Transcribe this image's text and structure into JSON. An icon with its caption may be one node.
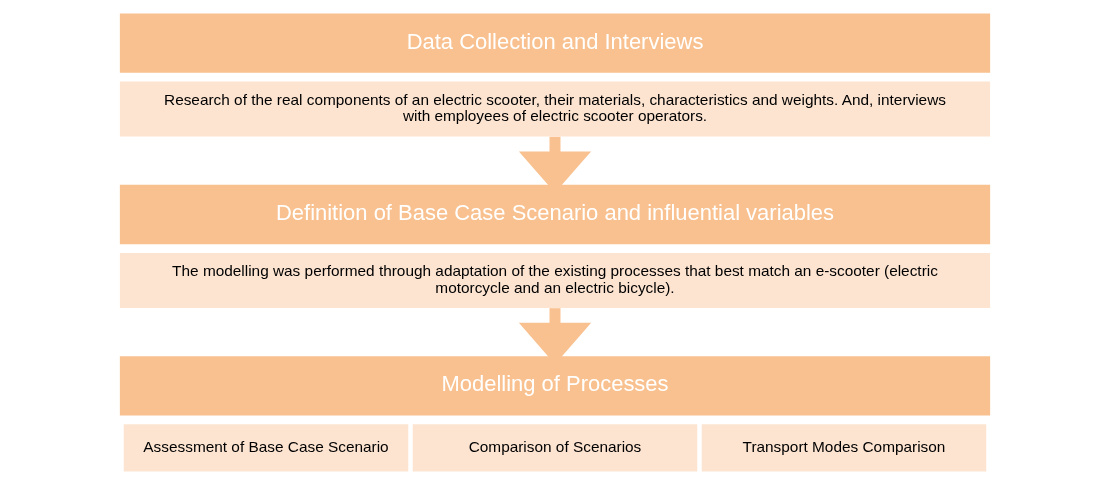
{
  "diagram": {
    "nodes": [
      {
        "text": [
          "Data Collection and Interviews"
        ]
      },
      {
        "text": [
          "Research of the real components of an electric scooter, their materials, characteristics and weights. And, interviews with employees of electric scooter operators."
        ]
      },
      {
        "text": [
          "Definition of Base Case Scenario and influential variables"
        ]
      },
      {
        "text": [
          "The modelling was performed through adaptation of the existing processes that best match an e-scooter (electric motorcycle and an electric bicycle)."
        ]
      },
      {
        "text": [
          "Modelling of Processes"
        ]
      },
      {
        "text": [
          "Assessment of Base Case Scenario"
        ]
      },
      {
        "text": [
          "Comparison of Scenarios"
        ]
      },
      {
        "text": [
          "Transport Modes Comparison"
        ]
      }
    ],
    "edges": [
      {
        "from": 1,
        "to": 2,
        "arrow": "to"
      },
      {
        "from": 3,
        "to": 4,
        "arrow": "to"
      }
    ]
  }
}
